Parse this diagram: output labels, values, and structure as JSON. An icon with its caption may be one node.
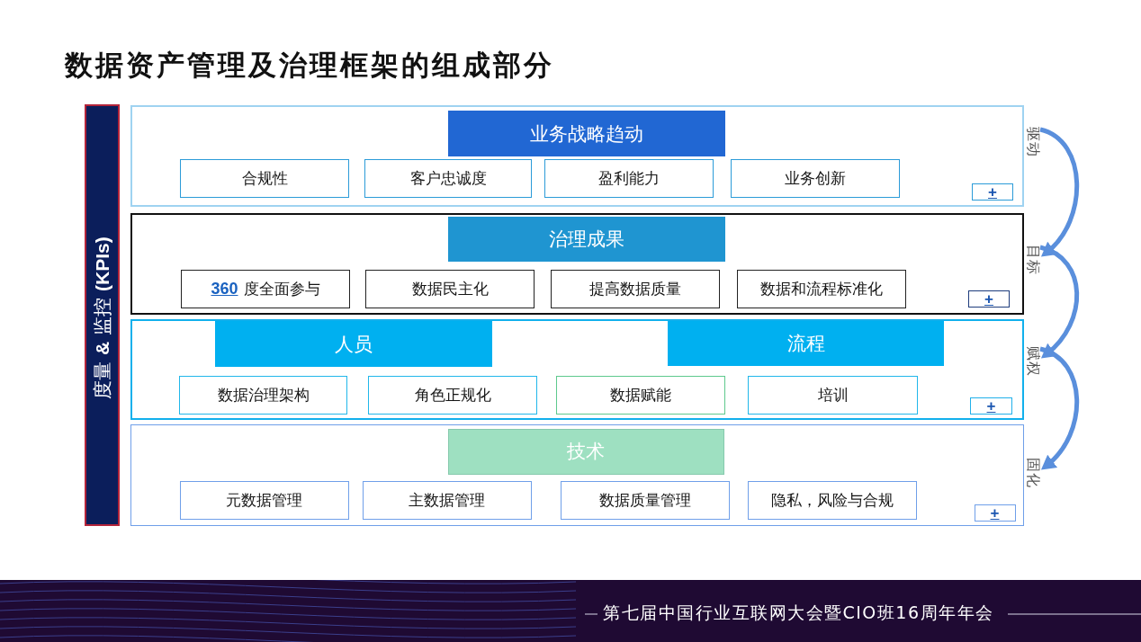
{
  "diagram": {
    "title": "数据资产管理及治理框架的组成部分",
    "nodes": [
      {
        "text": [
          "度量 **&** 监控 **(KPIs)**"
        ]
      },
      {
        "text": [],
        "shape": "box"
      },
      {
        "text": [
          "业务战略趋动"
        ],
        "in": 1
      },
      {
        "text": [
          "合规性"
        ],
        "in": 1
      },
      {
        "text": [
          "客户忠诚度"
        ],
        "in": 1
      },
      {
        "text": [
          "盈利能力"
        ],
        "in": 1
      },
      {
        "text": [
          "业务创新"
        ],
        "in": 1
      },
      {
        "text": [
          "+"
        ],
        "in": 1
      },
      {
        "text": [],
        "shape": "box"
      },
      {
        "text": [
          "治理成果"
        ],
        "in": 8
      },
      {
        "text": [
          "**360** 度全面参与"
        ],
        "in": 8
      },
      {
        "text": [
          "数据民主化"
        ],
        "in": 8
      },
      {
        "text": [
          "提高数据质量"
        ],
        "in": 8
      },
      {
        "text": [
          "数据和流程标准化"
        ],
        "in": 8
      },
      {
        "text": [
          "+"
        ],
        "in": 8
      },
      {
        "text": [],
        "shape": "box"
      },
      {
        "text": [
          "人员"
        ],
        "in": 15
      },
      {
        "text": [
          "流程"
        ],
        "in": 15
      },
      {
        "text": [
          "数据治理架构"
        ],
        "in": 15
      },
      {
        "text": [
          "角色正规化"
        ],
        "in": 15
      },
      {
        "text": [
          "数据赋能"
        ],
        "in": 15
      },
      {
        "text": [
          "培训"
        ],
        "in": 15
      },
      {
        "text": [
          "+"
        ],
        "in": 15
      },
      {
        "text": [],
        "shape": "box"
      },
      {
        "text": [
          "技术"
        ],
        "in": 23
      },
      {
        "text": [
          "元数据管理"
        ],
        "in": 23
      },
      {
        "text": [
          "主数据管理"
        ],
        "in": 23
      },
      {
        "text": [
          "数据质量管理"
        ],
        "in": 23
      },
      {
        "text": [
          "隐私，风险与合规"
        ],
        "in": 23
      },
      {
        "text": [
          "+"
        ],
        "in": 23
      },
      {
        "text": [
          "驱动"
        ]
      },
      {
        "text": [
          "目标"
        ]
      },
      {
        "text": [
          "赋权"
        ]
      },
      {
        "text": [
          "固化"
        ]
      }
    ],
    "edges": [
      {
        "from": 30,
        "to": 31,
        "arrow": "to"
      },
      {
        "from": 31,
        "to": 32,
        "arrow": "to"
      },
      {
        "from": 32,
        "to": 33,
        "arrow": "to"
      }
    ],
    "labels": [
      "第七届中国行业互联网大会暨CIO班16周年年会"
    ]
  }
}
